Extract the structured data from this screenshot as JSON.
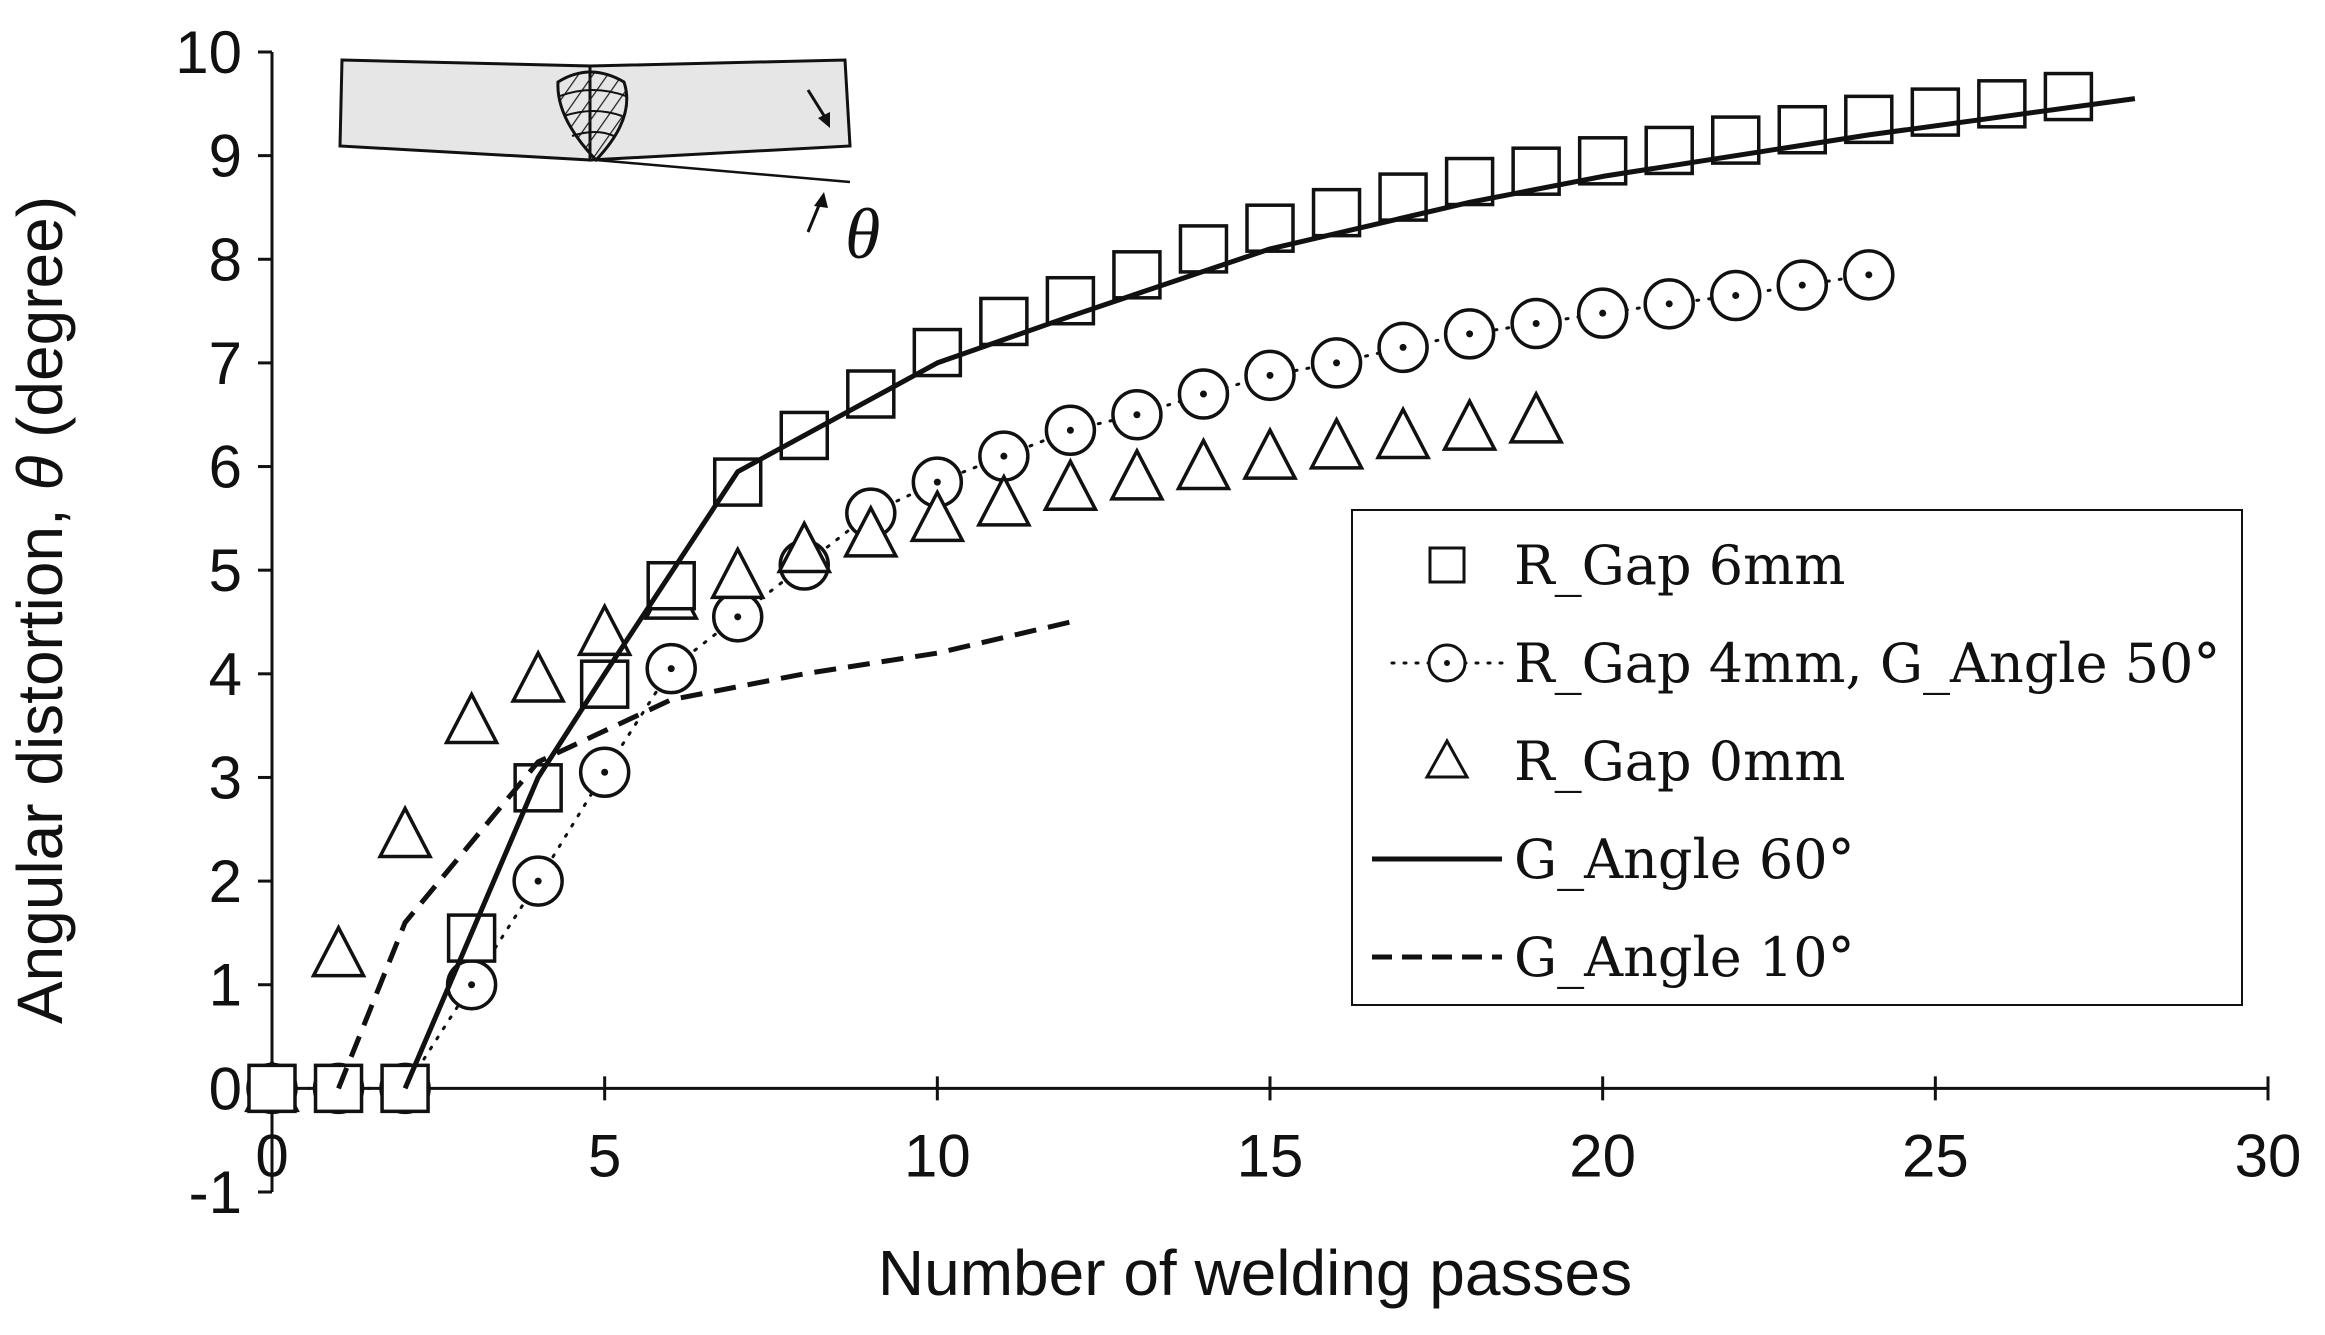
{
  "chart_data": {
    "type": "scatter",
    "title": "",
    "xlabel": "Number of welding passes",
    "ylabel_prefix": "Angular distortion, ",
    "ylabel_symbol": "θ",
    "ylabel_suffix": " (degree)",
    "xlim": [
      0,
      30
    ],
    "ylim": [
      -1,
      10
    ],
    "x_ticks": [
      0,
      5,
      10,
      15,
      20,
      25,
      30
    ],
    "y_ticks": [
      -1,
      0,
      1,
      2,
      3,
      4,
      5,
      6,
      7,
      8,
      9,
      10
    ],
    "grid": false,
    "legend_position": "right",
    "inset_label": "θ",
    "series": [
      {
        "name": "R_Gap 6mm",
        "style": "square-markers",
        "points": [
          [
            0,
            0
          ],
          [
            1,
            0
          ],
          [
            2,
            0
          ],
          [
            3,
            1.45
          ],
          [
            4,
            2.9
          ],
          [
            5,
            3.9
          ],
          [
            6,
            4.85
          ],
          [
            7,
            5.85
          ],
          [
            8,
            6.3
          ],
          [
            9,
            6.7
          ],
          [
            10,
            7.1
          ],
          [
            11,
            7.4
          ],
          [
            12,
            7.6
          ],
          [
            13,
            7.85
          ],
          [
            14,
            8.1
          ],
          [
            15,
            8.3
          ],
          [
            16,
            8.45
          ],
          [
            17,
            8.6
          ],
          [
            18,
            8.75
          ],
          [
            19,
            8.85
          ],
          [
            20,
            8.95
          ],
          [
            21,
            9.05
          ],
          [
            22,
            9.15
          ],
          [
            23,
            9.25
          ],
          [
            24,
            9.35
          ],
          [
            25,
            9.42
          ],
          [
            26,
            9.5
          ],
          [
            27,
            9.57
          ]
        ]
      },
      {
        "name": "R_Gap 4mm, G_Angle 50°",
        "style": "circle-markers-dotted-line",
        "points": [
          [
            0,
            0
          ],
          [
            1,
            0
          ],
          [
            2,
            0
          ],
          [
            3,
            1.0
          ],
          [
            4,
            2.0
          ],
          [
            5,
            3.05
          ],
          [
            6,
            4.05
          ],
          [
            7,
            4.55
          ],
          [
            8,
            5.05
          ],
          [
            9,
            5.55
          ],
          [
            10,
            5.85
          ],
          [
            11,
            6.1
          ],
          [
            12,
            6.35
          ],
          [
            13,
            6.5
          ],
          [
            14,
            6.7
          ],
          [
            15,
            6.88
          ],
          [
            16,
            7.0
          ],
          [
            17,
            7.15
          ],
          [
            18,
            7.28
          ],
          [
            19,
            7.38
          ],
          [
            20,
            7.48
          ],
          [
            21,
            7.57
          ],
          [
            22,
            7.65
          ],
          [
            23,
            7.75
          ],
          [
            24,
            7.85
          ]
        ]
      },
      {
        "name": "R_Gap 0mm",
        "style": "triangle-markers",
        "points": [
          [
            0,
            0
          ],
          [
            1,
            1.3
          ],
          [
            2,
            2.45
          ],
          [
            3,
            3.55
          ],
          [
            4,
            3.95
          ],
          [
            5,
            4.4
          ],
          [
            6,
            4.75
          ],
          [
            7,
            4.95
          ],
          [
            8,
            5.2
          ],
          [
            9,
            5.35
          ],
          [
            10,
            5.5
          ],
          [
            11,
            5.65
          ],
          [
            12,
            5.8
          ],
          [
            13,
            5.9
          ],
          [
            14,
            6.0
          ],
          [
            15,
            6.1
          ],
          [
            16,
            6.2
          ],
          [
            17,
            6.3
          ],
          [
            18,
            6.38
          ],
          [
            19,
            6.45
          ]
        ]
      },
      {
        "name": "G_Angle 60°",
        "style": "solid-line",
        "points": [
          [
            2,
            0
          ],
          [
            4,
            3.0
          ],
          [
            5,
            4.0
          ],
          [
            7,
            5.95
          ],
          [
            9,
            6.65
          ],
          [
            10,
            7.0
          ],
          [
            12,
            7.45
          ],
          [
            15,
            8.1
          ],
          [
            18,
            8.55
          ],
          [
            20,
            8.8
          ],
          [
            24,
            9.2
          ],
          [
            28,
            9.55
          ]
        ]
      },
      {
        "name": "G_Angle 10°",
        "style": "dashed-line",
        "points": [
          [
            1,
            0
          ],
          [
            2,
            1.6
          ],
          [
            4,
            3.15
          ],
          [
            6,
            3.75
          ],
          [
            8,
            4.0
          ],
          [
            10,
            4.2
          ],
          [
            12,
            4.5
          ]
        ]
      }
    ]
  }
}
